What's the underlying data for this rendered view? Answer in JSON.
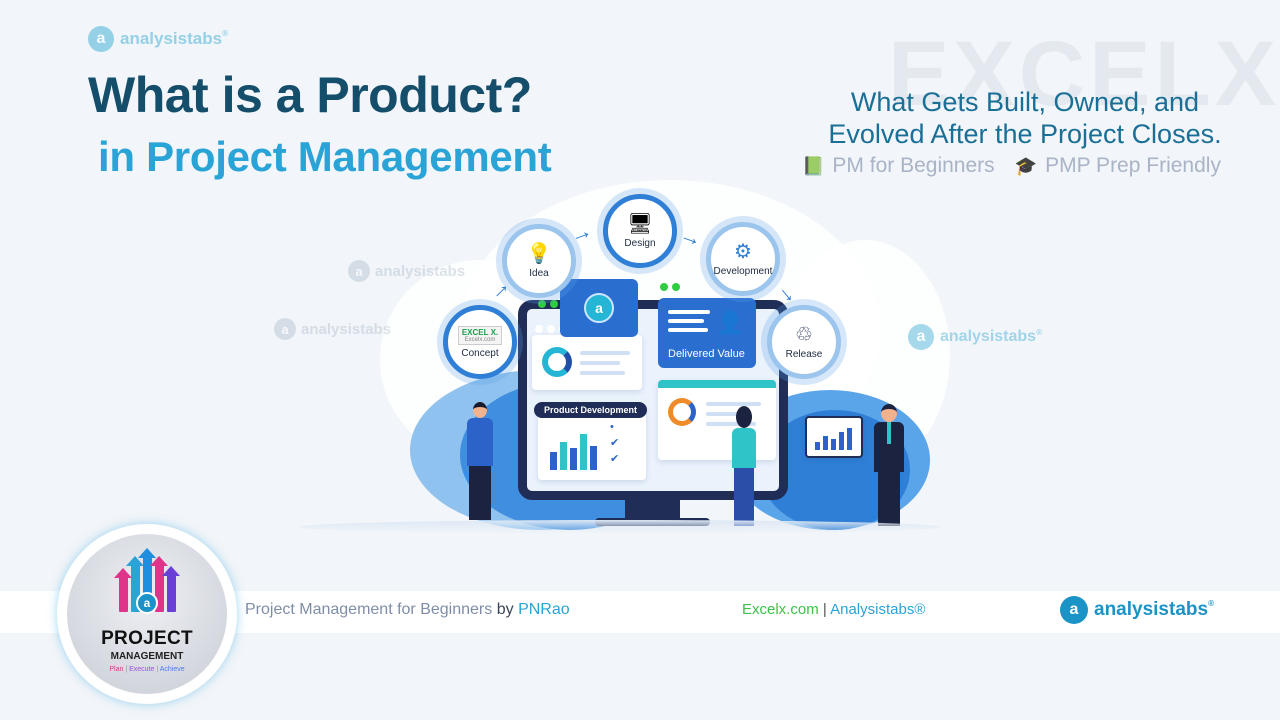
{
  "header": {
    "brand": {
      "logo_glyph": "a",
      "name": "analysistabs",
      "reg": "®"
    },
    "title_line1": "What is a Product?",
    "title_line2": "in Project Management",
    "watermark": "EXCELX",
    "subtitle_line1": "What Gets Built, Owned, and",
    "subtitle_line2": "Evolved After the Project Closes.",
    "tags": [
      {
        "icon": "book-icon",
        "glyph": "📗",
        "label": "PM for Beginners"
      },
      {
        "icon": "graduation-cap-icon",
        "glyph": "🎓",
        "label": "PMP Prep Friendly"
      }
    ]
  },
  "illustration": {
    "stages": [
      {
        "label": "Concept",
        "icon": "excel-logo",
        "logo_text": "EXCEL X.",
        "logo_sub": "Excelx.com"
      },
      {
        "label": "Idea",
        "icon": "lightbulb-icon",
        "glyph": "💡"
      },
      {
        "label": "Design",
        "icon": "monitor-icon",
        "glyph": "🖥"
      },
      {
        "label": "Development",
        "icon": "gears-icon",
        "glyph": "⚙"
      },
      {
        "label": "Release",
        "icon": "recycle-icon",
        "glyph": "♲"
      }
    ],
    "delivered_value_label": "Delivered Value",
    "product_development_label": "Product Development",
    "center_logo_glyph": "a",
    "watermark_brand": "analysistabs",
    "bar_heights": [
      18,
      28,
      22,
      36,
      24
    ]
  },
  "mid_brand": {
    "logo_glyph": "a",
    "name": "analysistabs",
    "reg": "®"
  },
  "footer": {
    "course_text": "Project Management for Beginners",
    "by": "by",
    "author": "PNRao",
    "site_excel": "Excelx.com",
    "separator": "|",
    "site_analysistabs": "Analysistabs®",
    "brand": {
      "logo_glyph": "a",
      "name": "analysistabs",
      "reg": "®"
    }
  },
  "badge": {
    "logo_glyph": "a",
    "title": "PROJECT",
    "subtitle": "MANAGEMENT",
    "tagline": [
      "Plan",
      "Execute",
      "Achieve"
    ],
    "tag_separator": " | "
  },
  "colors": {
    "title_dark": "#144e6a",
    "title_accent": "#2aa3d6",
    "subtitle": "#1a6f96",
    "excel_green": "#3cc24a",
    "brand_blue": "#1c93c6",
    "monitor_navy": "#1f2d57",
    "card_blue": "#2a6fd0"
  }
}
